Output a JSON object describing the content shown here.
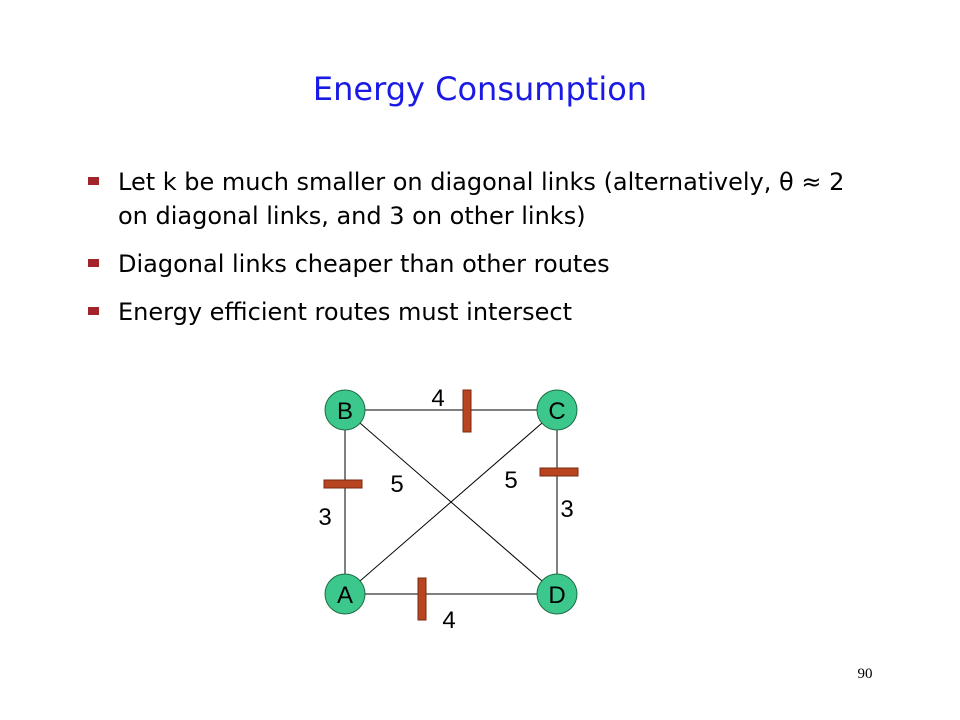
{
  "title": "Energy Consumption",
  "bullets": [
    "Let k be much smaller on diagonal links (alternatively, θ ≈ 2 on diagonal links, and 3 on other links)",
    "Diagonal links cheaper than other routes",
    "Energy efficient routes must intersect"
  ],
  "graph": {
    "nodes": [
      {
        "id": "B",
        "label": "B"
      },
      {
        "id": "C",
        "label": "C"
      },
      {
        "id": "A",
        "label": "A"
      },
      {
        "id": "D",
        "label": "D"
      }
    ],
    "edges": [
      {
        "from": "B",
        "to": "C",
        "weight": "4"
      },
      {
        "from": "B",
        "to": "A",
        "weight": "3"
      },
      {
        "from": "C",
        "to": "D",
        "weight": "3"
      },
      {
        "from": "A",
        "to": "D",
        "weight": "4"
      },
      {
        "from": "B",
        "to": "D",
        "weight": "5"
      },
      {
        "from": "C",
        "to": "A",
        "weight": "5"
      }
    ],
    "node_color": "#3cc88c",
    "edge_color": "#000000",
    "barrier_color": "#b8451f"
  },
  "page_number": "90"
}
